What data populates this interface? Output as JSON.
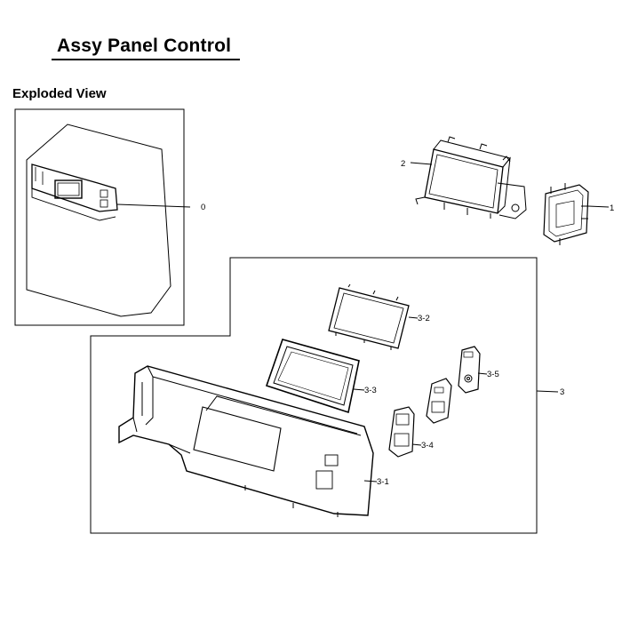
{
  "title": "Assy Panel Control",
  "subtitle": "Exploded View",
  "callouts": {
    "c0": "0",
    "c1": "1",
    "c2": "2",
    "c3": "3",
    "c3_1": "3-1",
    "c3_2": "3-2",
    "c3_3": "3-3",
    "c3_4": "3-4",
    "c3_5": "3-5"
  }
}
